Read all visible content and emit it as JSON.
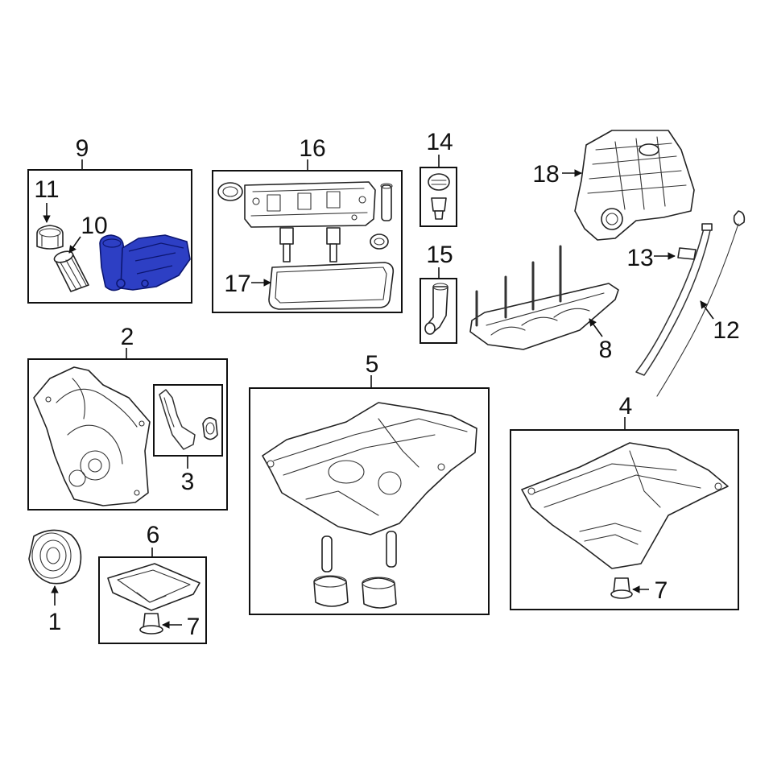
{
  "callouts": {
    "c1": "1",
    "c2": "2",
    "c3": "3",
    "c4": "4",
    "c5": "5",
    "c6": "6",
    "c7a": "7",
    "c7b": "7",
    "c8": "8",
    "c9": "9",
    "c10": "10",
    "c11": "11",
    "c12": "12",
    "c13": "13",
    "c14": "14",
    "c15": "15",
    "c16": "16",
    "c17": "17",
    "c18": "18"
  },
  "colors": {
    "highlight": "#2d3fc4",
    "line": "#222222"
  }
}
